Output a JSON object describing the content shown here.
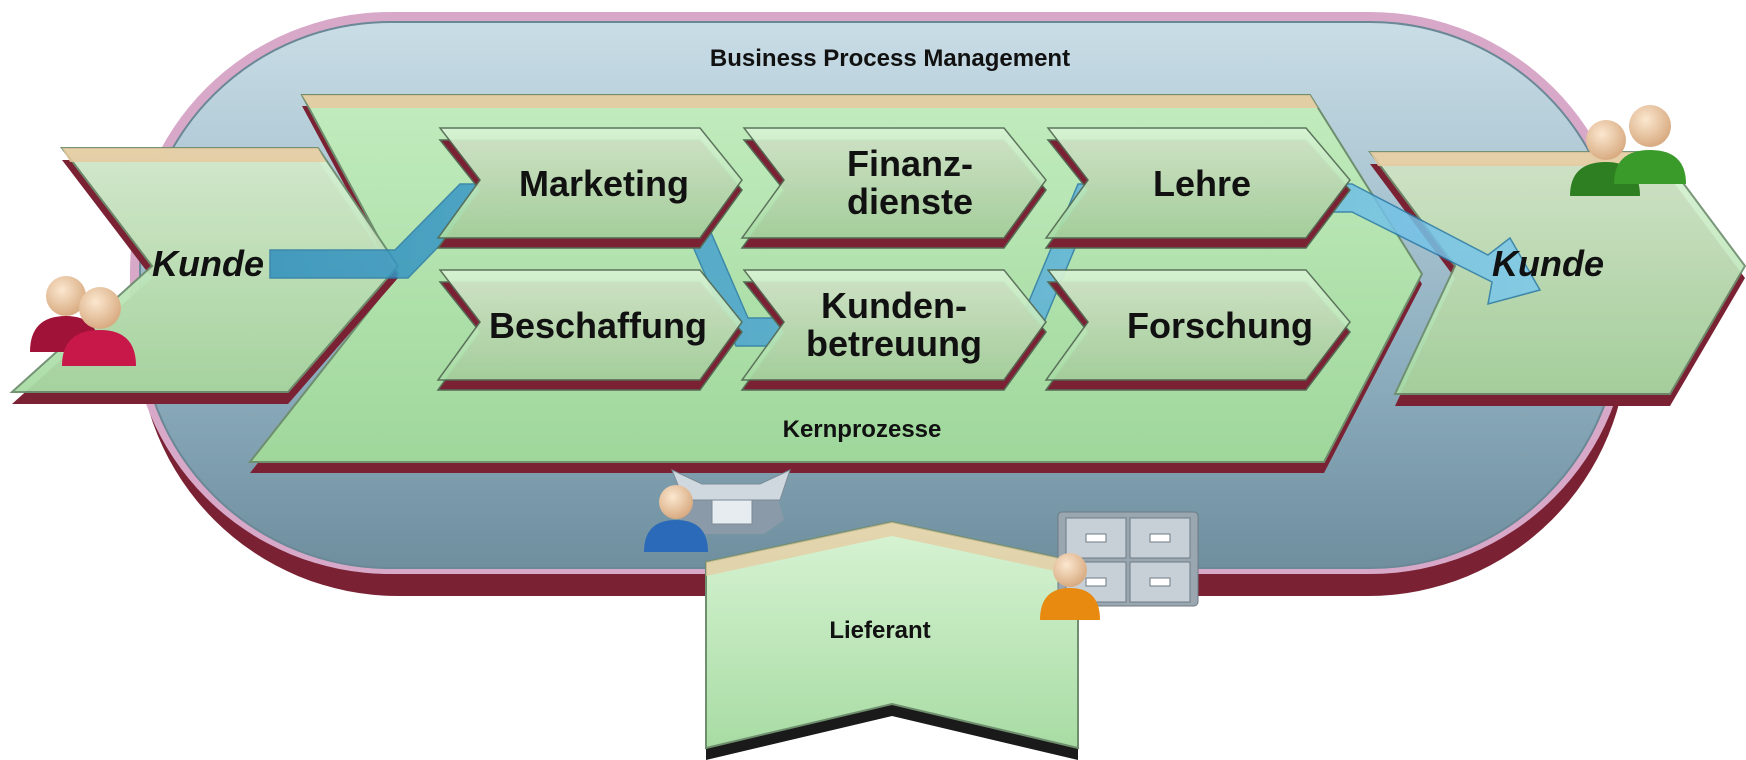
{
  "diagram": {
    "outer_label": "Business Process Management",
    "core_label": "Kernprozesse",
    "customer_in_label": "Kunde",
    "customer_out_label": "Kunde",
    "supplier_label": "Lieferant",
    "processes": [
      {
        "line1": "Marketing",
        "line2": ""
      },
      {
        "line1": "Finanz-",
        "line2": "dienste"
      },
      {
        "line1": "Lehre",
        "line2": ""
      },
      {
        "line1": "Beschaffung",
        "line2": ""
      },
      {
        "line1": "Kunden-",
        "line2": "betreuung"
      },
      {
        "line1": "Forschung",
        "line2": ""
      }
    ]
  },
  "colors": {
    "chevron_fill": "#b8e6b4",
    "chevron_edge": "#7a2233",
    "bpm_fill": "#9bb9c8",
    "bpm_rim": "#c89ab8",
    "flow_arrow": "#4aa8d8",
    "person_red": "#c8184a",
    "person_green": "#3a9a2a",
    "person_blue": "#2a6ab8",
    "person_orange": "#e88a10"
  },
  "icons": [
    "person-group-red-icon",
    "person-group-green-icon",
    "person-blue-icon",
    "person-orange-icon",
    "inbox-icon",
    "filing-cabinet-icon"
  ]
}
